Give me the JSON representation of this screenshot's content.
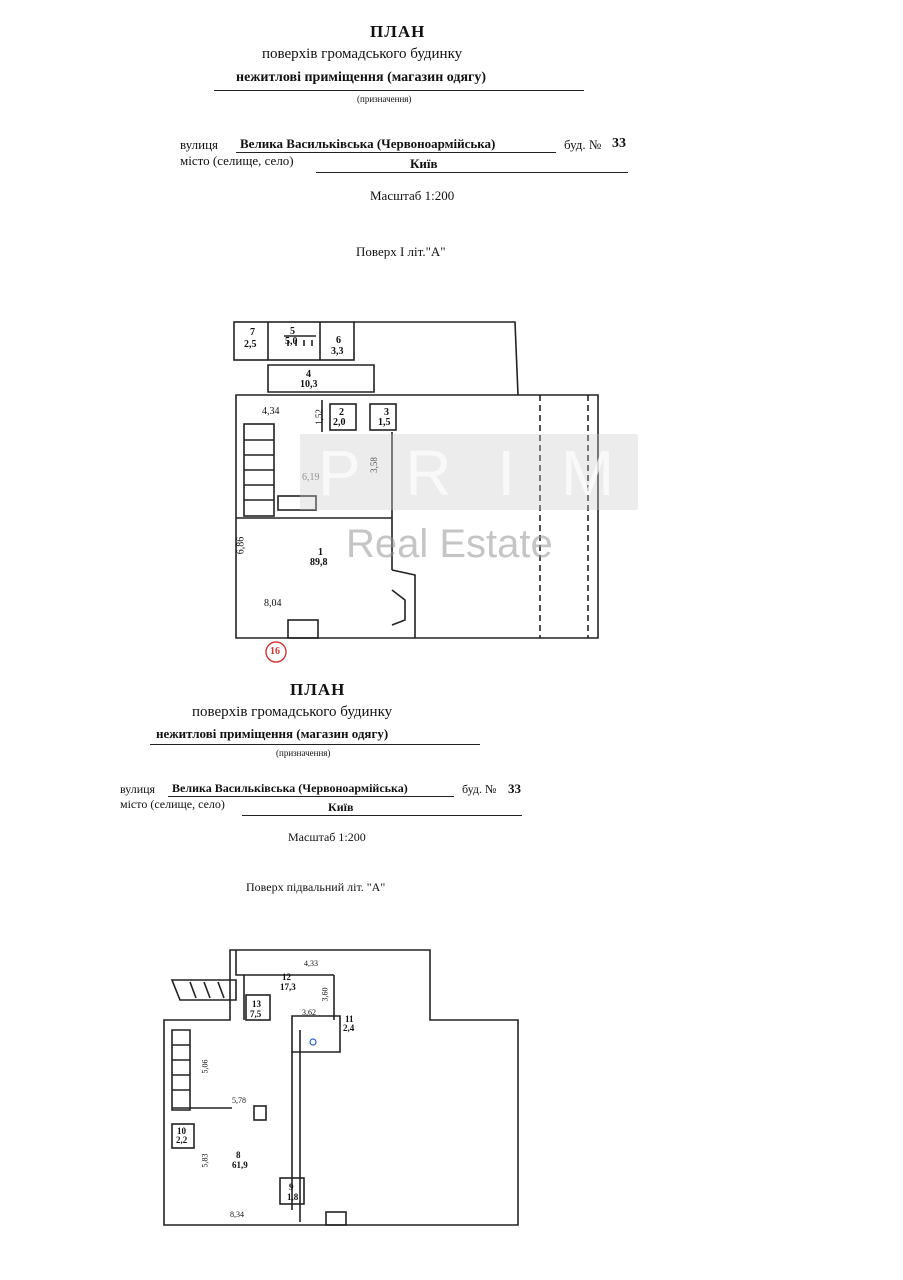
{
  "plan1": {
    "title": "ПЛАН",
    "subtitle": "поверхів громадського будинку",
    "purpose": "нежитлові приміщення (магазин одягу)",
    "purpose_caption": "(призначення)",
    "street_label": "вулиця",
    "street_value": "Велика Васильківська (Червоноармійська)",
    "building_label": "буд. №",
    "building_value": "33",
    "city_label": "місто (селище, село)",
    "city_value": "Київ",
    "scale": "Масштаб  1:200",
    "floor": "Поверх I    літ.\"А\"",
    "rooms": [
      {
        "num": "7",
        "area": "2,5"
      },
      {
        "num": "5",
        "area": "5,0"
      },
      {
        "num": "6",
        "area": "3,3"
      },
      {
        "num": "4",
        "area": "10,3"
      },
      {
        "num": "2",
        "area": "2,0"
      },
      {
        "num": "3",
        "area": "1,5"
      },
      {
        "num": "1",
        "area": "89,8"
      }
    ],
    "dims": [
      "4,34",
      "1,52",
      "3,58",
      "6,19",
      "6,86",
      "8,04"
    ],
    "marker": "16"
  },
  "plan2": {
    "title": "ПЛАН",
    "subtitle": "поверхів громадського будинку",
    "purpose": "нежитлові приміщення (магазин одягу)",
    "purpose_caption": "(призначення)",
    "street_label": "вулиця",
    "street_value": "Велика Васильківська (Червоноармійська)",
    "building_label": "буд. №",
    "building_value": "33",
    "city_label": "місто (селище, село)",
    "city_value": "Київ",
    "scale": "Масштаб  1:200",
    "floor": "Поверх підвальний    літ. \"А\"",
    "rooms": [
      {
        "num": "12",
        "area": "17,3"
      },
      {
        "num": "13",
        "area": "7,5"
      },
      {
        "num": "11",
        "area": "2,4"
      },
      {
        "num": "10",
        "area": "2,2"
      },
      {
        "num": "8",
        "area": "61,9"
      },
      {
        "num": "9",
        "area": "1,8"
      }
    ],
    "dims": [
      "4,33",
      "3,60",
      "3,62",
      "5,06",
      "5,78",
      "5,83",
      "8,34"
    ]
  },
  "watermark": {
    "top": "P R I M E S",
    "bottom": "Real Estate"
  }
}
